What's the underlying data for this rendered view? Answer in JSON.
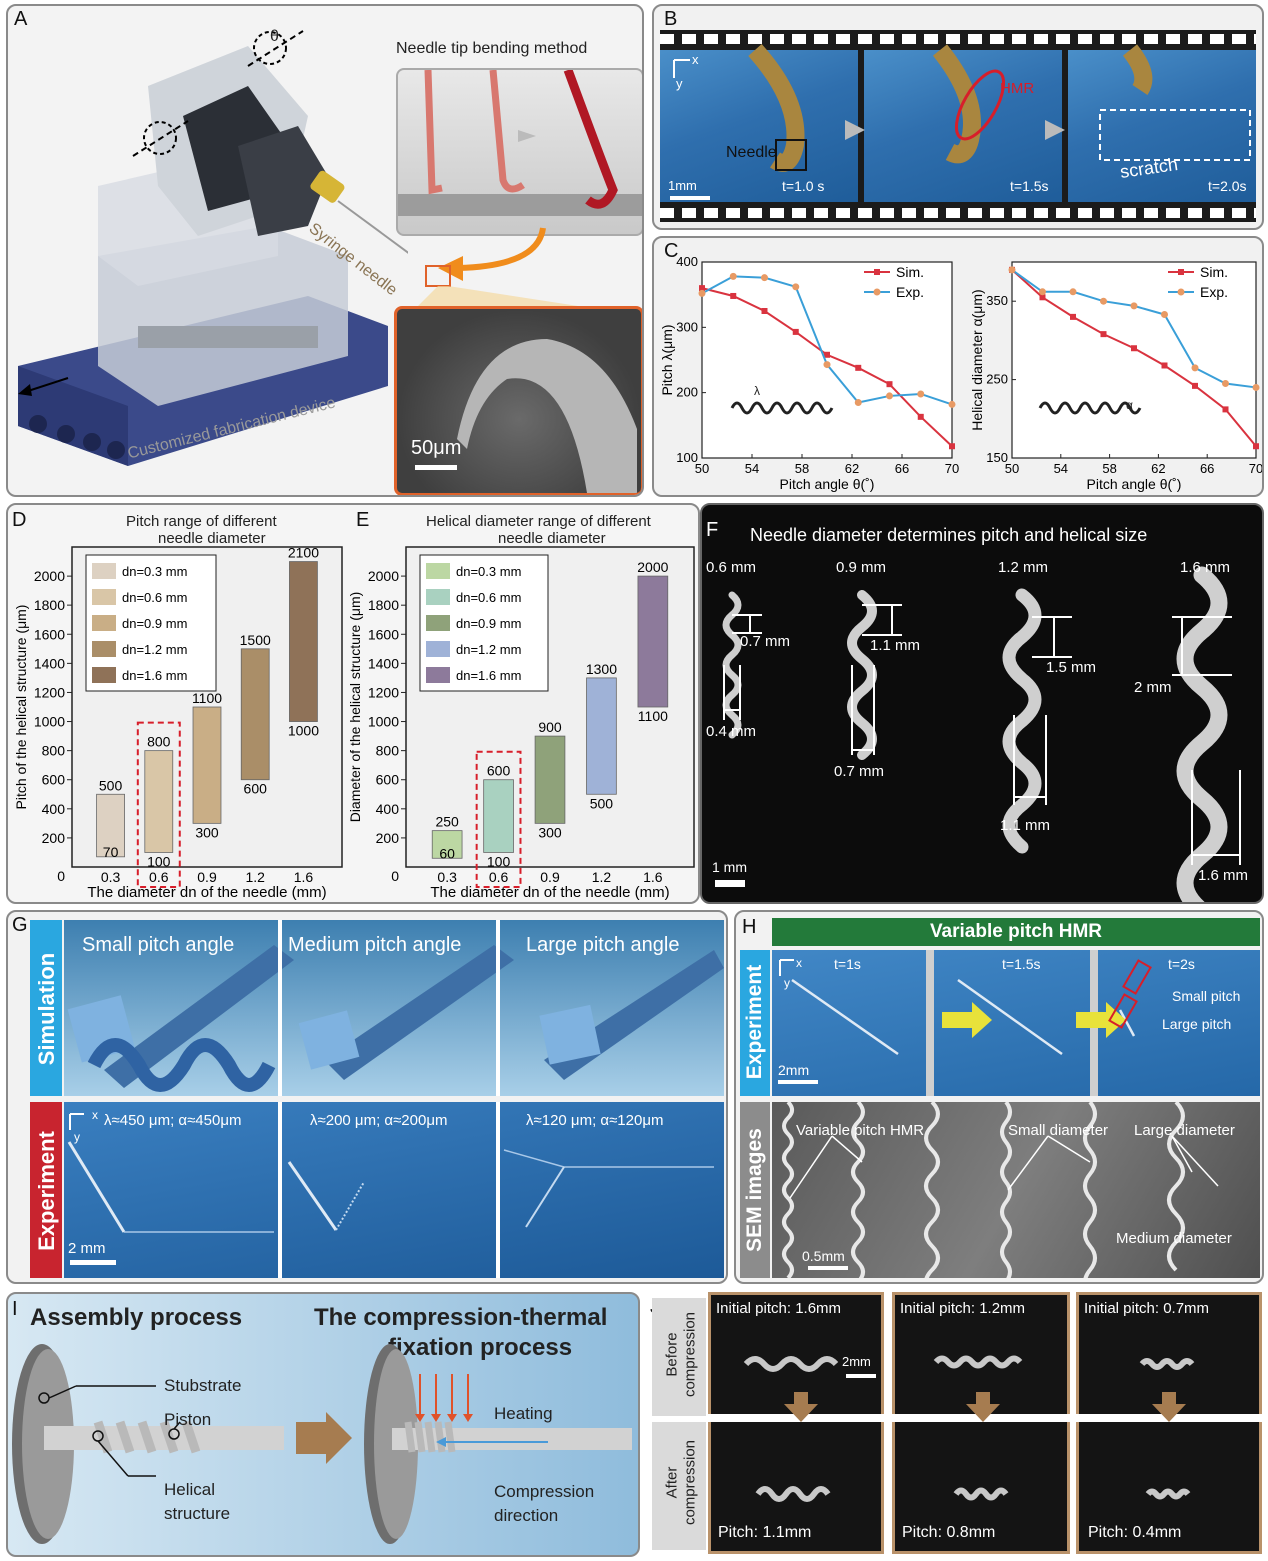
{
  "panelA": {
    "label": "A",
    "theta": "θ",
    "bending_title": "Needle tip bending method",
    "syringe": "Syringe needle",
    "device": "Customized fabrication device",
    "scale": "50μm"
  },
  "panelB": {
    "label": "B",
    "axis_x": "x",
    "axis_y": "y",
    "needle": "Needle",
    "hmr": "HMR",
    "scratch": "scratch",
    "scale": "1mm",
    "t1": "t=1.0 s",
    "t2": "t=1.5s",
    "t3": "t=2.0s"
  },
  "panelC": {
    "label": "C",
    "left_inset": "λ",
    "right_inset": "α"
  },
  "panelD": {
    "label": "D",
    "title1": "Pitch range of different",
    "title2": "needle diameter"
  },
  "panelE": {
    "label": "E",
    "title1": "Helical diameter range of different",
    "title2": "needle diameter"
  },
  "panelF": {
    "label": "F",
    "title": "Needle diameter determines pitch and helical size",
    "needles": [
      {
        "d": "0.6 mm",
        "pitch": "0.7 mm",
        "dia": "0.4 mm"
      },
      {
        "d": "0.9 mm",
        "pitch": "1.1 mm",
        "dia": "0.7 mm"
      },
      {
        "d": "1.2 mm",
        "pitch": "1.5 mm",
        "dia": "1.1 mm"
      },
      {
        "d": "1.6 mm",
        "pitch": "2 mm",
        "dia": "1.6 mm"
      }
    ],
    "scale": "1 mm"
  },
  "panelG": {
    "label": "G",
    "sim": "Simulation",
    "exp": "Experiment",
    "small": "Small pitch angle",
    "medium": "Medium pitch angle",
    "large": "Large pitch angle",
    "e1": "λ≈450 μm; α≈450μm",
    "e2": "λ≈200 μm; α≈200μm",
    "e3": "λ≈120 μm; α≈120μm",
    "axis_x": "x",
    "axis_y": "y",
    "scale": "2 mm"
  },
  "panelH": {
    "label": "H",
    "title": "Variable pitch HMR",
    "exp": "Experiment",
    "sem": "SEM images",
    "t1": "t=1s",
    "t2": "t=1.5s",
    "t3": "t=2s",
    "axis_x": "x",
    "axis_y": "y",
    "small_pitch": "Small pitch",
    "large_pitch": "Large pitch",
    "scale1": "2mm",
    "var": "Variable pitch HMR",
    "small_d": "Small diameter",
    "large_d": "Large diameter",
    "medium_d": "Medium diameter",
    "scale2": "0.5mm"
  },
  "panelI": {
    "label": "I",
    "assembly": "Assembly process",
    "comp1": "The compression-thermal",
    "comp2": "fixation process",
    "substrate": "Stubstrate",
    "piston": "Piston",
    "helical1": "Helical",
    "helical2": "structure",
    "heating": "Heating",
    "dir1": "Compression",
    "dir2": "direction"
  },
  "panelJ": {
    "label": "J",
    "before1": "Before",
    "before2": "compression",
    "after1": "After",
    "after2": "compression",
    "scale": "2mm",
    "initial": [
      "Initial pitch: 1.6mm",
      "Initial pitch: 1.2mm",
      "Initial pitch: 0.7mm"
    ],
    "final": [
      "Pitch: 1.1mm",
      "Pitch: 0.8mm",
      "Pitch: 0.4mm"
    ]
  },
  "chart_data": [
    {
      "type": "line",
      "xlabel": "Pitch angle  θ(˚)",
      "ylabel": "Pitch  λ(μm)",
      "xlim": [
        50,
        70
      ],
      "ylim": [
        100,
        400
      ],
      "xticks": [
        50,
        54,
        58,
        62,
        66,
        70
      ],
      "yticks": [
        100,
        200,
        300,
        400
      ],
      "legend": "top-right",
      "series": [
        {
          "name": "Sim.",
          "color": "#d9333f",
          "x": [
            50,
            52.5,
            55,
            57.5,
            60,
            62.5,
            65,
            67.5,
            70
          ],
          "y": [
            360,
            348,
            325,
            293,
            258,
            238,
            213,
            163,
            118
          ]
        },
        {
          "name": "Exp.",
          "color": "#3a9fd8",
          "x": [
            50,
            52.5,
            55,
            57.5,
            60,
            62.5,
            65,
            67.5,
            70
          ],
          "y": [
            352,
            378,
            376,
            362,
            243,
            185,
            195,
            198,
            182
          ]
        }
      ]
    },
    {
      "type": "line",
      "xlabel": "Pitch angle  θ(˚)",
      "ylabel": "Helical diameter  α(μm)",
      "xlim": [
        50,
        70
      ],
      "ylim": [
        150,
        400
      ],
      "xticks": [
        50,
        54,
        58,
        62,
        66,
        70
      ],
      "yticks": [
        150,
        250,
        350
      ],
      "legend": "top-right",
      "series": [
        {
          "name": "Sim.",
          "color": "#d9333f",
          "x": [
            50,
            52.5,
            55,
            57.5,
            60,
            62.5,
            65,
            67.5,
            70
          ],
          "y": [
            390,
            355,
            330,
            308,
            290,
            268,
            242,
            212,
            165
          ]
        },
        {
          "name": "Exp.",
          "color": "#3a9fd8",
          "x": [
            50,
            52.5,
            55,
            57.5,
            60,
            62.5,
            65,
            67.5,
            70
          ],
          "y": [
            390,
            362,
            362,
            350,
            344,
            333,
            265,
            245,
            240
          ]
        }
      ]
    },
    {
      "type": "bar",
      "title": "Pitch range of different needle diameter",
      "xlabel": "The diameter dn of the needle (mm)",
      "ylabel": "Pitch of the helical structure (μm)",
      "categories": [
        "0.3",
        "0.6",
        "0.9",
        "1.2",
        "1.6"
      ],
      "ylim": [
        0,
        2200
      ],
      "yticks": [
        200,
        400,
        600,
        800,
        1000,
        1200,
        1400,
        1600,
        1800,
        2000
      ],
      "low": [
        70,
        100,
        300,
        600,
        1000
      ],
      "high": [
        500,
        800,
        1100,
        1500,
        2100
      ],
      "colors": [
        "#ddd1c2",
        "#d9c6a7",
        "#c9ae86",
        "#aa8e68",
        "#8f7258"
      ],
      "legend": [
        "dn=0.3 mm",
        "dn=0.6 mm",
        "dn=0.9 mm",
        "dn=1.2 mm",
        "dn=1.6 mm"
      ]
    },
    {
      "type": "bar",
      "title": "Helical diameter range of different needle diameter",
      "xlabel": "The diameter dn of the needle (mm)",
      "ylabel": "Diameter of the helical structure (μm)",
      "categories": [
        "0.3",
        "0.6",
        "0.9",
        "1.2",
        "1.6"
      ],
      "ylim": [
        0,
        2200
      ],
      "yticks": [
        200,
        400,
        600,
        800,
        1000,
        1200,
        1400,
        1600,
        1800,
        2000
      ],
      "low": [
        60,
        100,
        300,
        500,
        1100
      ],
      "high": [
        250,
        600,
        900,
        1300,
        2000
      ],
      "colors": [
        "#bcd7a3",
        "#a9d1c0",
        "#8fa27a",
        "#9fb2d7",
        "#8d7a9b"
      ],
      "legend": [
        "dn=0.3 mm",
        "dn=0.6 mm",
        "dn=0.9 mm",
        "dn=1.2 mm",
        "dn=1.6 mm"
      ]
    }
  ]
}
